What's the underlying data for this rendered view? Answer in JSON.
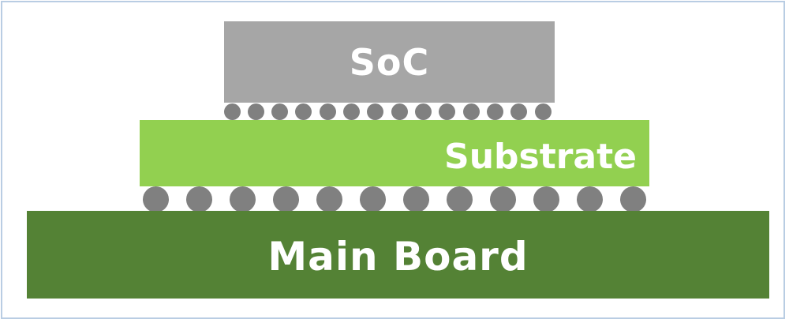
{
  "layers": {
    "soc": {
      "label": "SoC",
      "color": "#a6a6a6"
    },
    "substrate": {
      "label": "Substrate",
      "color": "#92d050"
    },
    "main_board": {
      "label": "Main Board",
      "color": "#548235"
    }
  },
  "solder_balls": {
    "upper_count": 14,
    "lower_count": 12,
    "color": "#808080"
  }
}
